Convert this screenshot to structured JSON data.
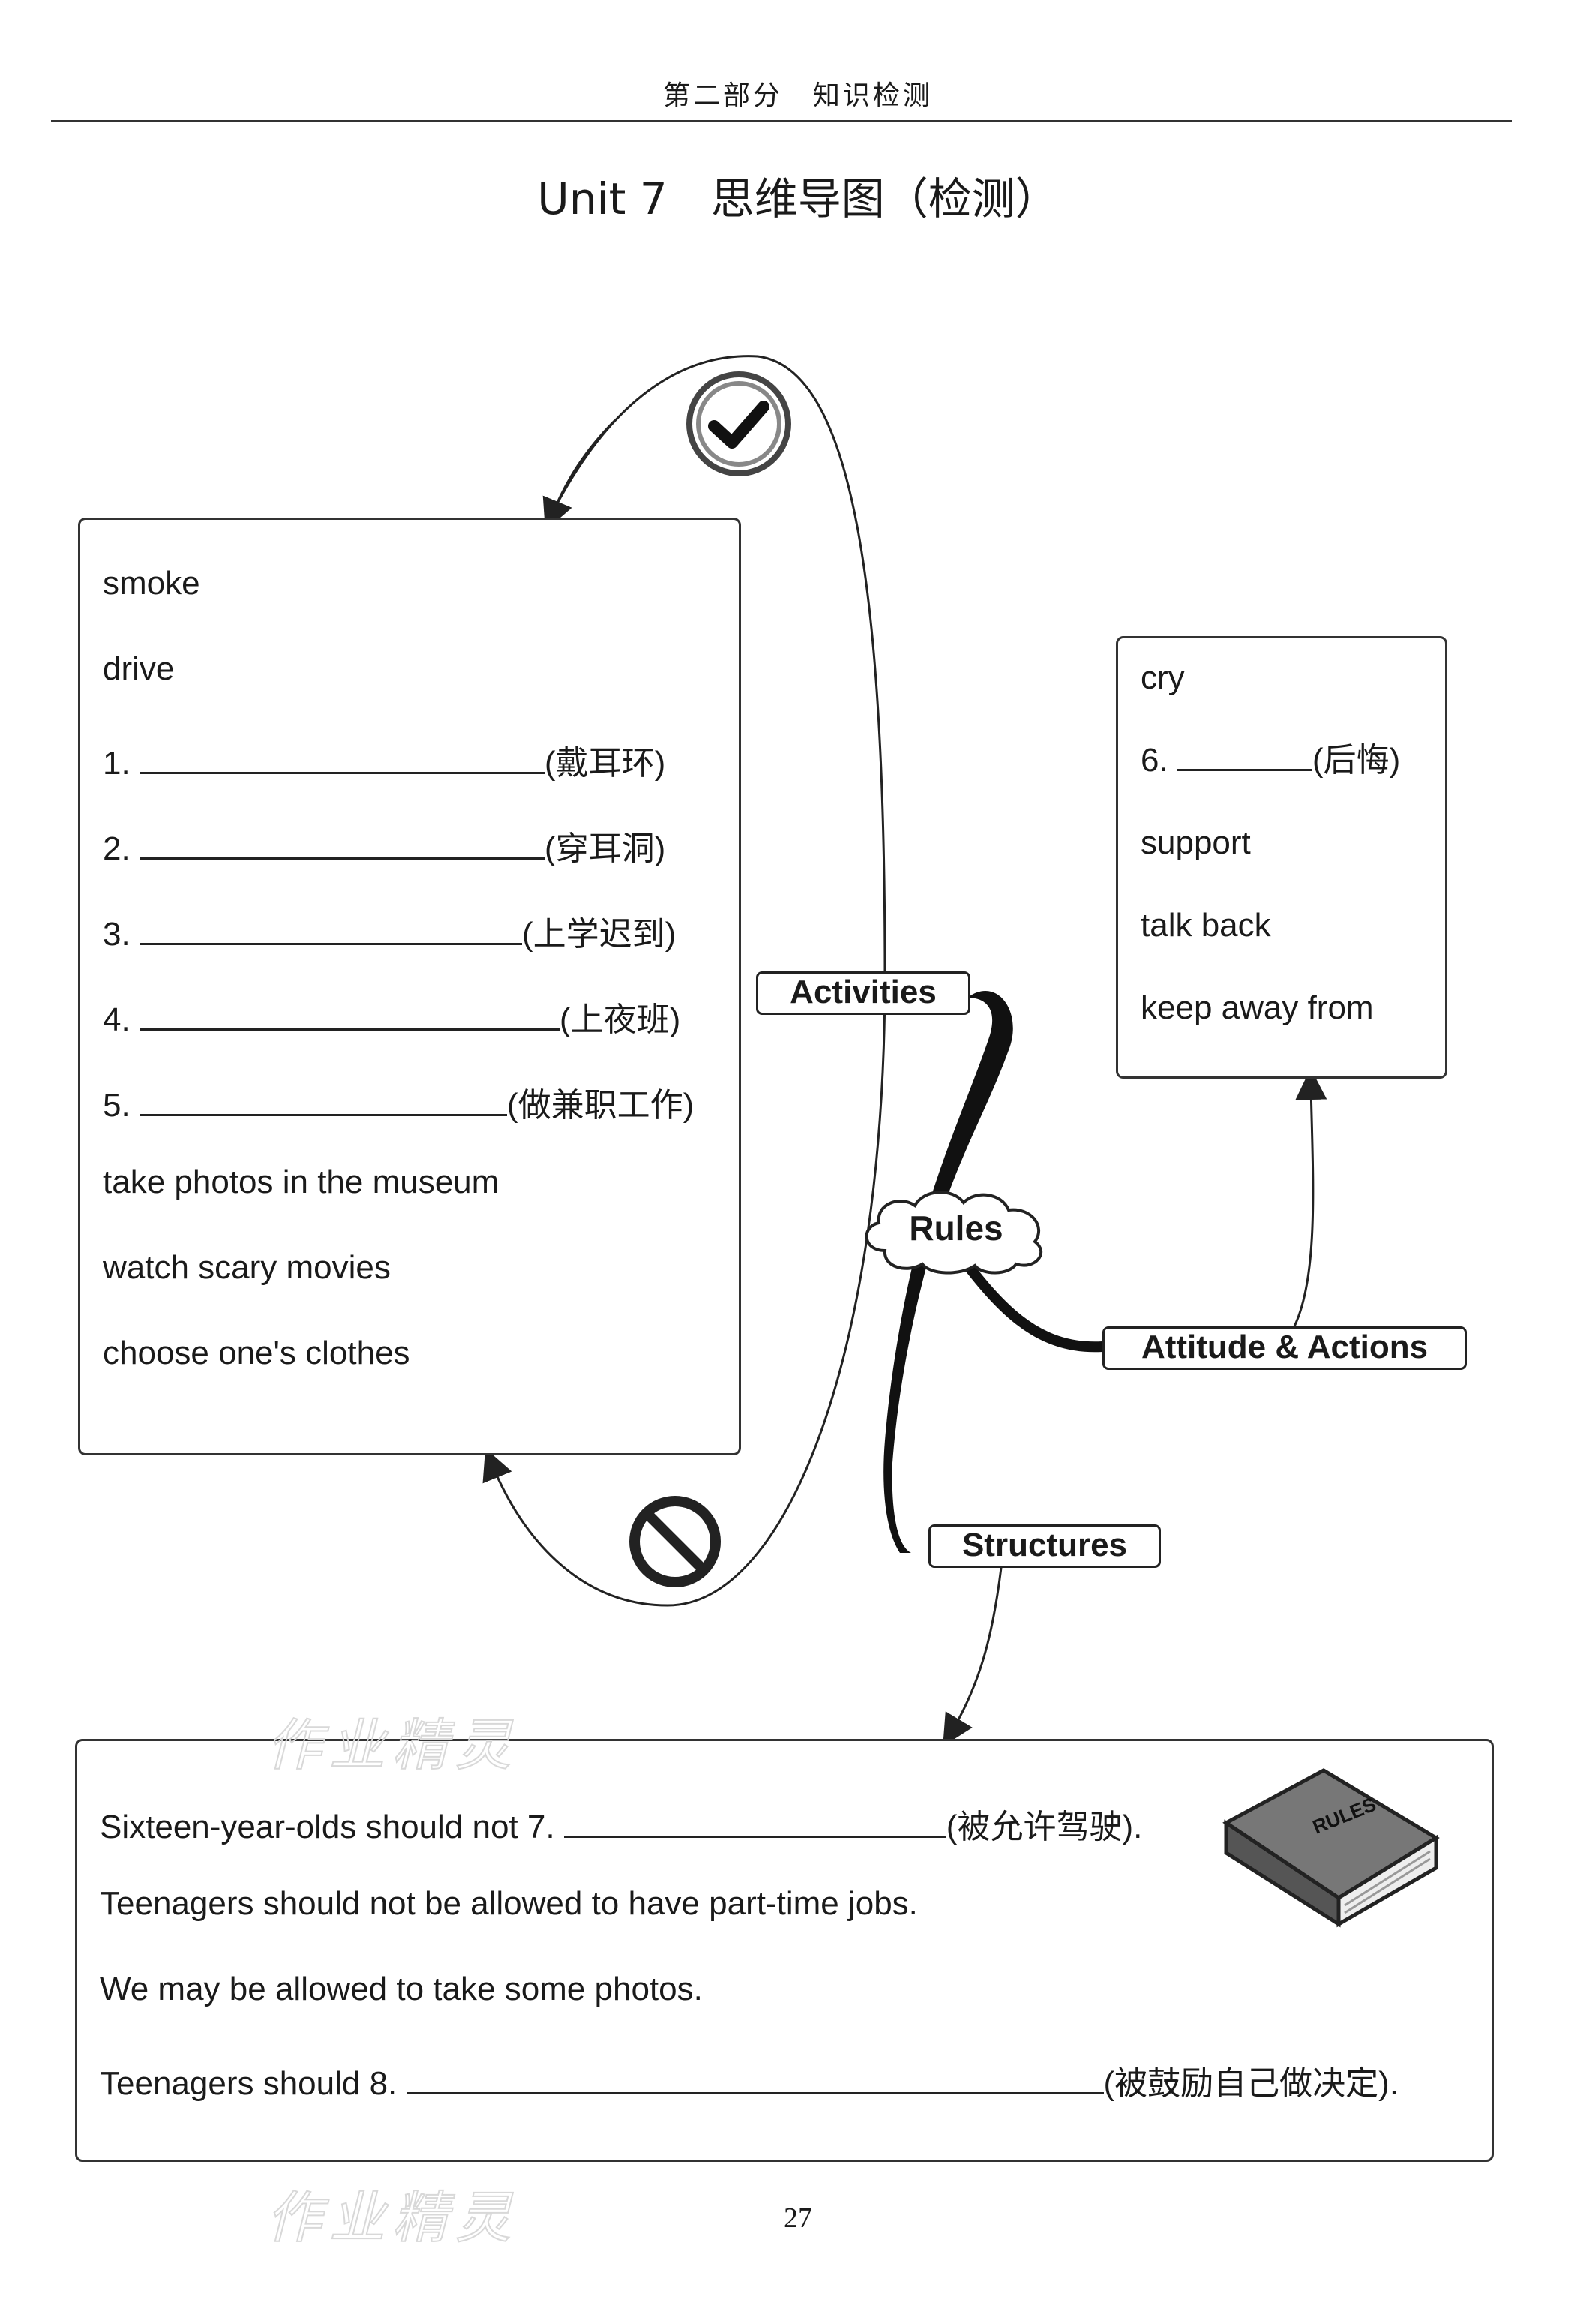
{
  "header": {
    "text": "第二部分　知识检测"
  },
  "title": "Unit 7　思维导图（检测）",
  "center_node": "Rules",
  "branches": {
    "activities": "Activities",
    "attitude": "Attitude & Actions",
    "structures": "Structures"
  },
  "left_box": {
    "items": [
      {
        "num": "",
        "text": "smoke",
        "hint": ""
      },
      {
        "num": "",
        "text": "drive",
        "hint": ""
      },
      {
        "num": "1.",
        "text": "",
        "hint": "(戴耳环)"
      },
      {
        "num": "2.",
        "text": "",
        "hint": "(穿耳洞)"
      },
      {
        "num": "3.",
        "text": "",
        "hint": "(上学迟到)"
      },
      {
        "num": "4.",
        "text": "",
        "hint": "(上夜班)"
      },
      {
        "num": "5.",
        "text": "",
        "hint": "(做兼职工作)"
      },
      {
        "num": "",
        "text": "take photos in the museum",
        "hint": ""
      },
      {
        "num": "",
        "text": "watch scary movies",
        "hint": ""
      },
      {
        "num": "",
        "text": "choose one's clothes",
        "hint": ""
      }
    ]
  },
  "right_box": {
    "items": [
      {
        "num": "",
        "text": "cry",
        "hint": ""
      },
      {
        "num": "6.",
        "text": "",
        "hint": "(后悔)"
      },
      {
        "num": "",
        "text": "support",
        "hint": ""
      },
      {
        "num": "",
        "text": "talk back",
        "hint": ""
      },
      {
        "num": "",
        "text": "keep away from",
        "hint": ""
      }
    ]
  },
  "bottom_box": {
    "lines": [
      {
        "before": "Sixteen-year-olds should not 7.",
        "hint": "(被允许驾驶).",
        "blank": true
      },
      {
        "before": "Teenagers should not be allowed to have part-time jobs.",
        "hint": "",
        "blank": false
      },
      {
        "before": "We may be allowed to take some photos.",
        "hint": "",
        "blank": false
      },
      {
        "before": "Teenagers should 8.",
        "hint": "(被鼓励自己做决定).",
        "blank": true
      }
    ],
    "book_label": "RULES"
  },
  "icons": {
    "allowed": "check-circle-icon",
    "forbidden": "prohibited-icon",
    "book": "rules-book-icon"
  },
  "watermark": "作业精灵",
  "page_number": "27"
}
